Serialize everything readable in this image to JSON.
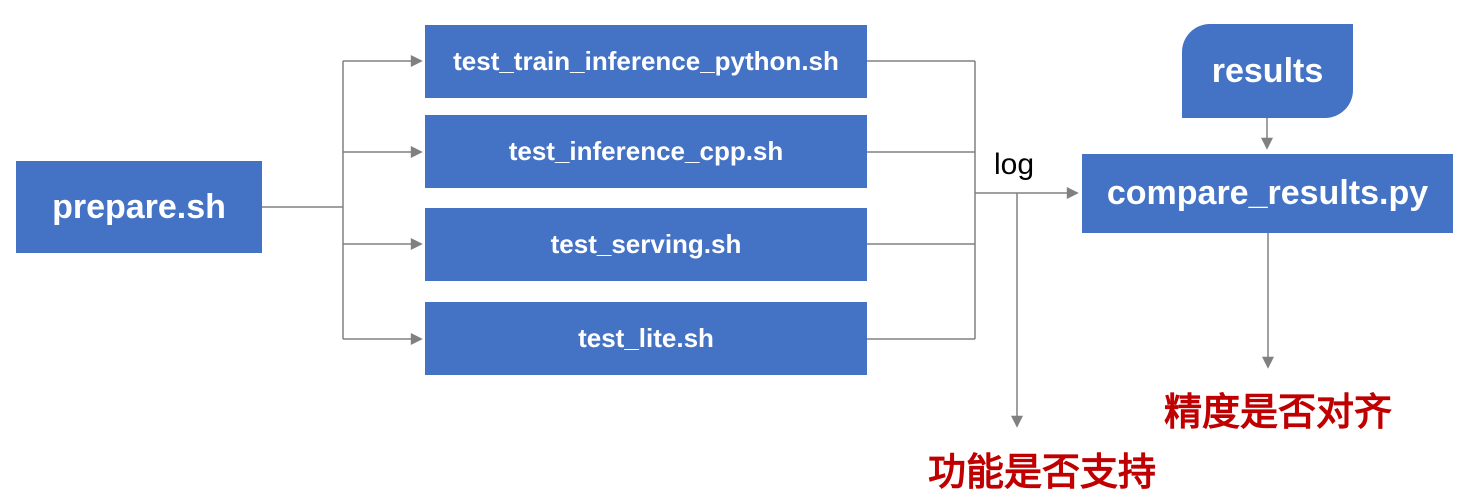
{
  "diagram": {
    "nodes": {
      "prepare": {
        "label": "prepare.sh",
        "shape": "rectangle"
      },
      "tests": [
        {
          "label": "test_train_inference_python.sh"
        },
        {
          "label": "test_inference_cpp.sh"
        },
        {
          "label": "test_serving.sh"
        },
        {
          "label": "test_lite.sh"
        }
      ],
      "results": {
        "label": "results",
        "shape": "rounded-diagonal-rectangle"
      },
      "compare": {
        "label": "compare_results.py",
        "shape": "rectangle"
      }
    },
    "edge_labels": [
      {
        "text": "log"
      }
    ],
    "annotations": [
      {
        "text": "功能是否支持",
        "color": "#C00000"
      },
      {
        "text": "精度是否对齐",
        "color": "#C00000"
      }
    ],
    "colors": {
      "node_fill": "#4472C4",
      "node_text": "#FFFFFF",
      "connector": "#808080",
      "annotation": "#C00000",
      "edge_label": "#000000",
      "background": "#FFFFFF"
    }
  }
}
